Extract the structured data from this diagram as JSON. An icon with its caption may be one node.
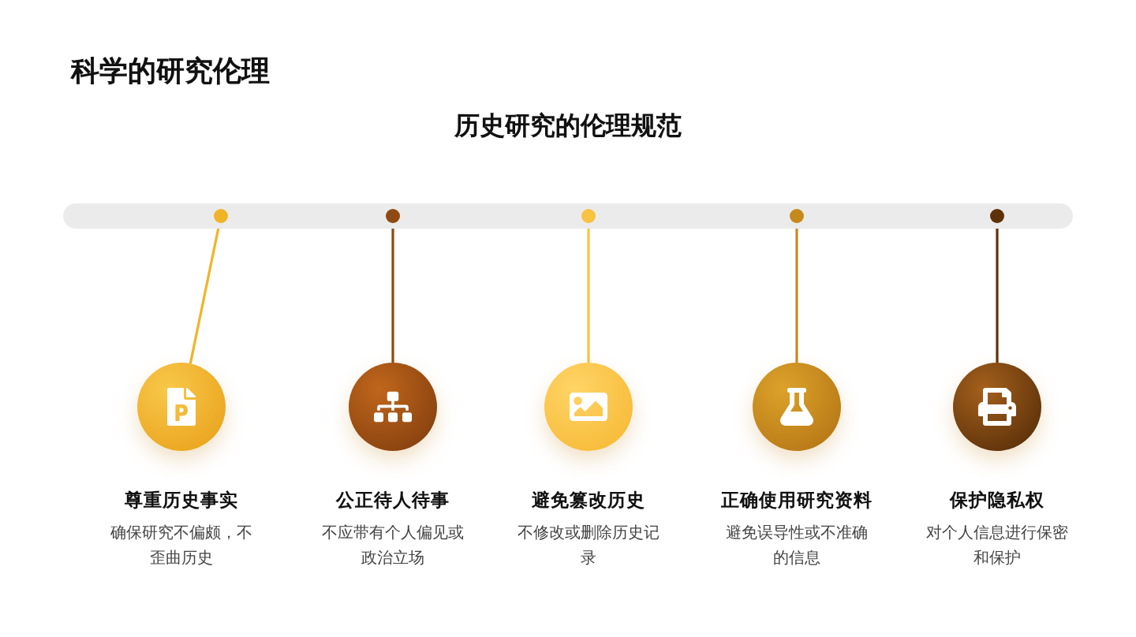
{
  "diagram": {
    "title": "科学的研究伦理",
    "caption": "历史研究的伦理规范",
    "nodes": [
      {
        "text": [],
        "shape": "bar"
      },
      {
        "text": [],
        "shape": "circle",
        "in": 0
      },
      {
        "text": [],
        "shape": "circle",
        "in": 0
      },
      {
        "text": [],
        "shape": "circle",
        "in": 0
      },
      {
        "text": [],
        "shape": "circle",
        "in": 0
      },
      {
        "text": [],
        "shape": "circle",
        "in": 0
      },
      {
        "text": [
          "尊重历史事实",
          "确保研究不偏颇，不歪曲历史"
        ]
      },
      {
        "text": [
          "公正待人待事",
          "不应带有个人偏见或政治立场"
        ]
      },
      {
        "text": [
          "避免篡改历史",
          "不修改或删除历史记录"
        ]
      },
      {
        "text": [
          "正确使用研究资料",
          "避免误导性或不准确的信息"
        ]
      },
      {
        "text": [
          "保护隐私权",
          "对个人信息进行保密和保护"
        ]
      }
    ],
    "edges": [
      {
        "from": 1,
        "to": 6,
        "arrow": "none",
        "color": "#f0b429"
      },
      {
        "from": 2,
        "to": 7,
        "arrow": "none",
        "color": "#8e4a12"
      },
      {
        "from": 3,
        "to": 8,
        "arrow": "none",
        "color": "#f7c340"
      },
      {
        "from": 4,
        "to": 9,
        "arrow": "none",
        "color": "#c68a1c"
      },
      {
        "from": 5,
        "to": 10,
        "arrow": "none",
        "color": "#5e3208"
      }
    ]
  }
}
